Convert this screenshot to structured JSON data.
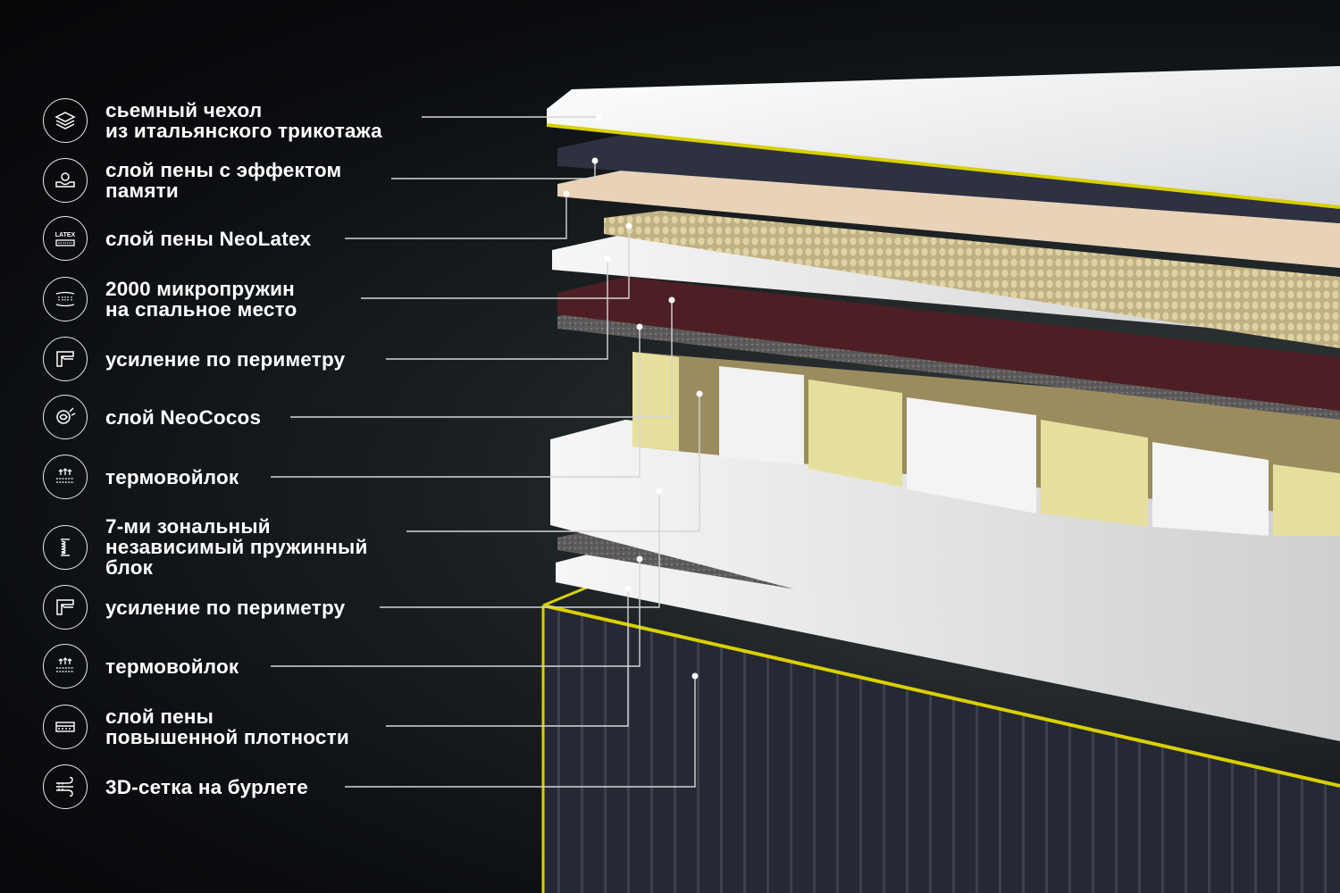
{
  "layers": [
    {
      "icon": "layers-icon",
      "label": "сьемный чехол\nиз итальянского трикотажа"
    },
    {
      "icon": "memory-foam-icon",
      "label": "слой пены с эффектом\nпамяти"
    },
    {
      "icon": "latex-icon",
      "label": "слой пены NeoLatex"
    },
    {
      "icon": "microsprings-icon",
      "label": "2000 микропружин\nна спальное место"
    },
    {
      "icon": "perimeter-icon",
      "label": "усиление по периметру"
    },
    {
      "icon": "coconut-icon",
      "label": "слой NeoCocos"
    },
    {
      "icon": "thermofelt-icon",
      "label": "термовойлок"
    },
    {
      "icon": "spring-icon",
      "label": "7-ми зональный\nнезависимый пружинный\nблок"
    },
    {
      "icon": "perimeter-icon",
      "label": "усиление по периметру"
    },
    {
      "icon": "thermofelt-icon",
      "label": "термовойлок"
    },
    {
      "icon": "dense-foam-icon",
      "label": "слой пены\nповышенной плотности"
    },
    {
      "icon": "mesh-3d-icon",
      "label": "3D-сетка на бурлете"
    }
  ],
  "icon_latex_text": "LATEX",
  "accent_color": "#d8d000"
}
